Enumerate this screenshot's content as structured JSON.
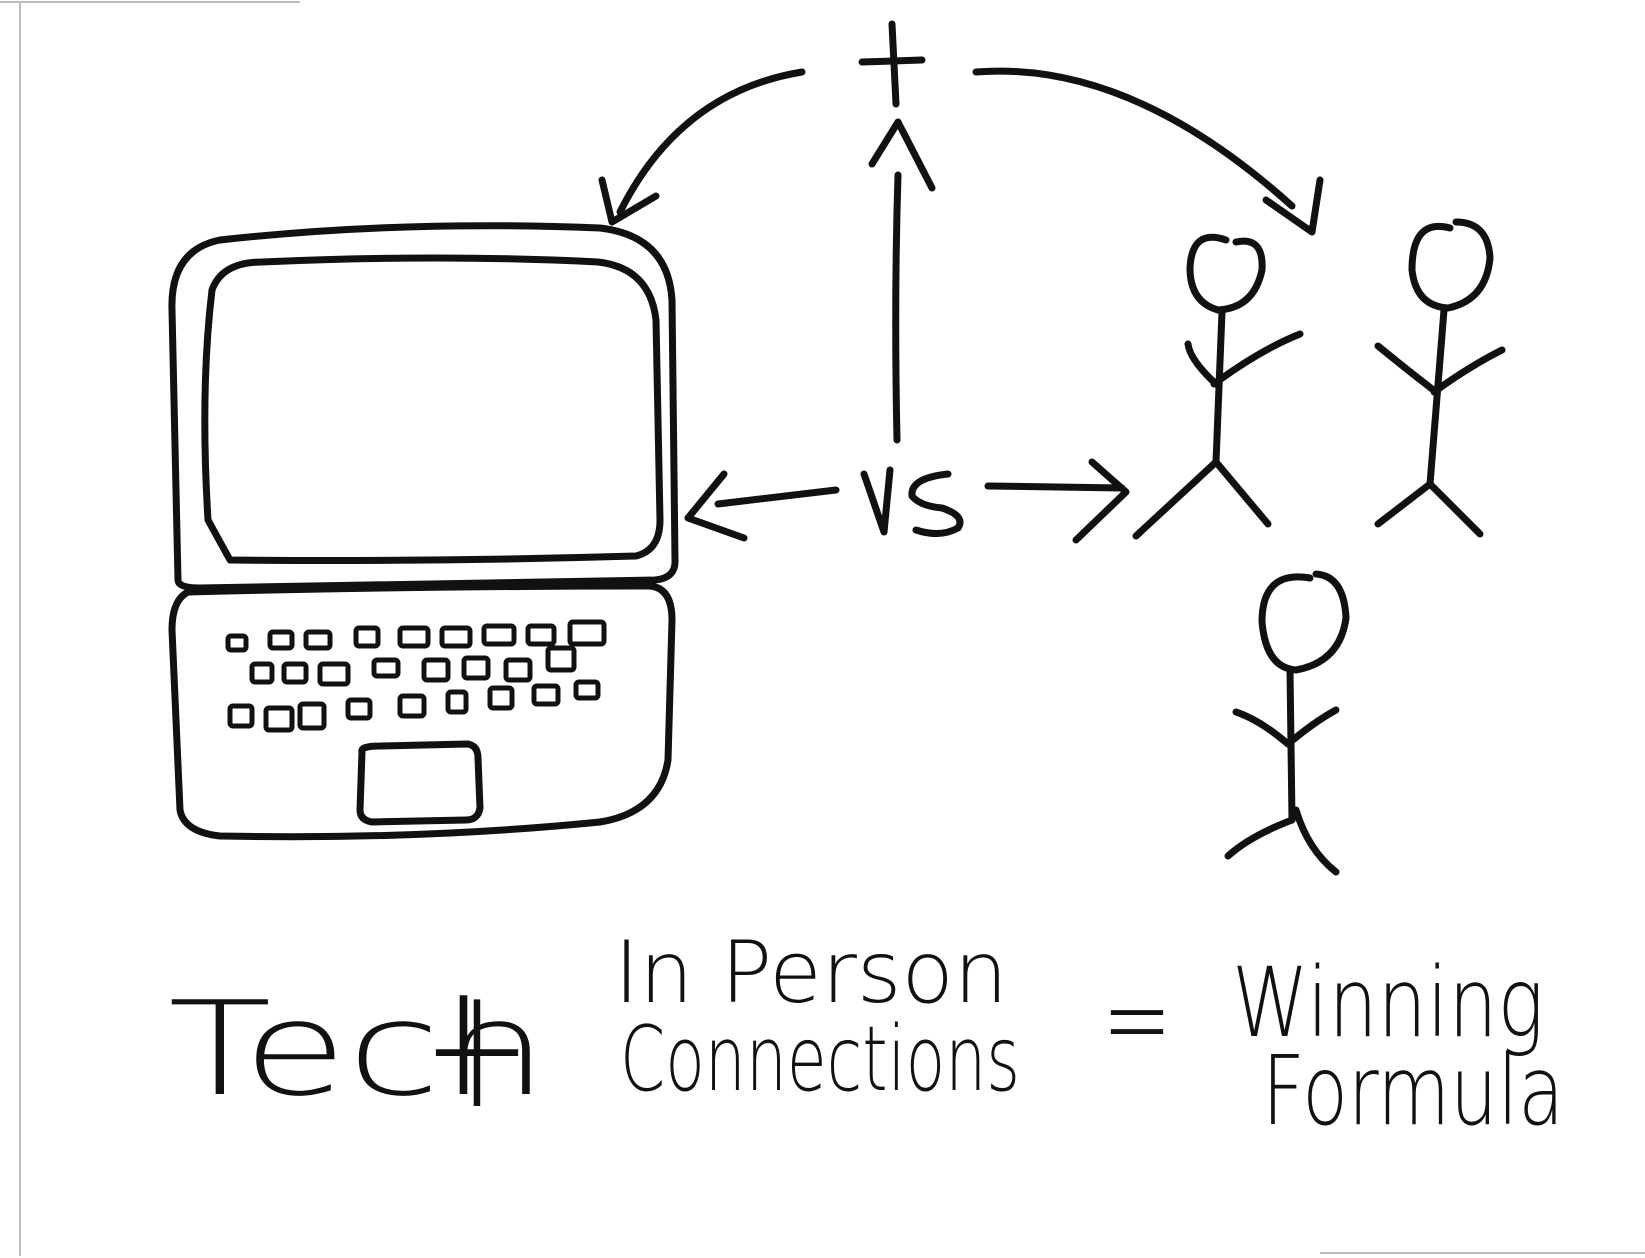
{
  "diagram": {
    "top_symbol": "+",
    "center_label": "VS",
    "equation": {
      "term_1": "Tech",
      "operator_plus": "+",
      "term_2_line_1": "In Person",
      "term_2_line_2": "Connections",
      "operator_equals": "=",
      "result_line_1": "Winning",
      "result_line_2": "Formula"
    }
  },
  "colors": {
    "ink": "#111111",
    "paper": "#ffffff"
  }
}
